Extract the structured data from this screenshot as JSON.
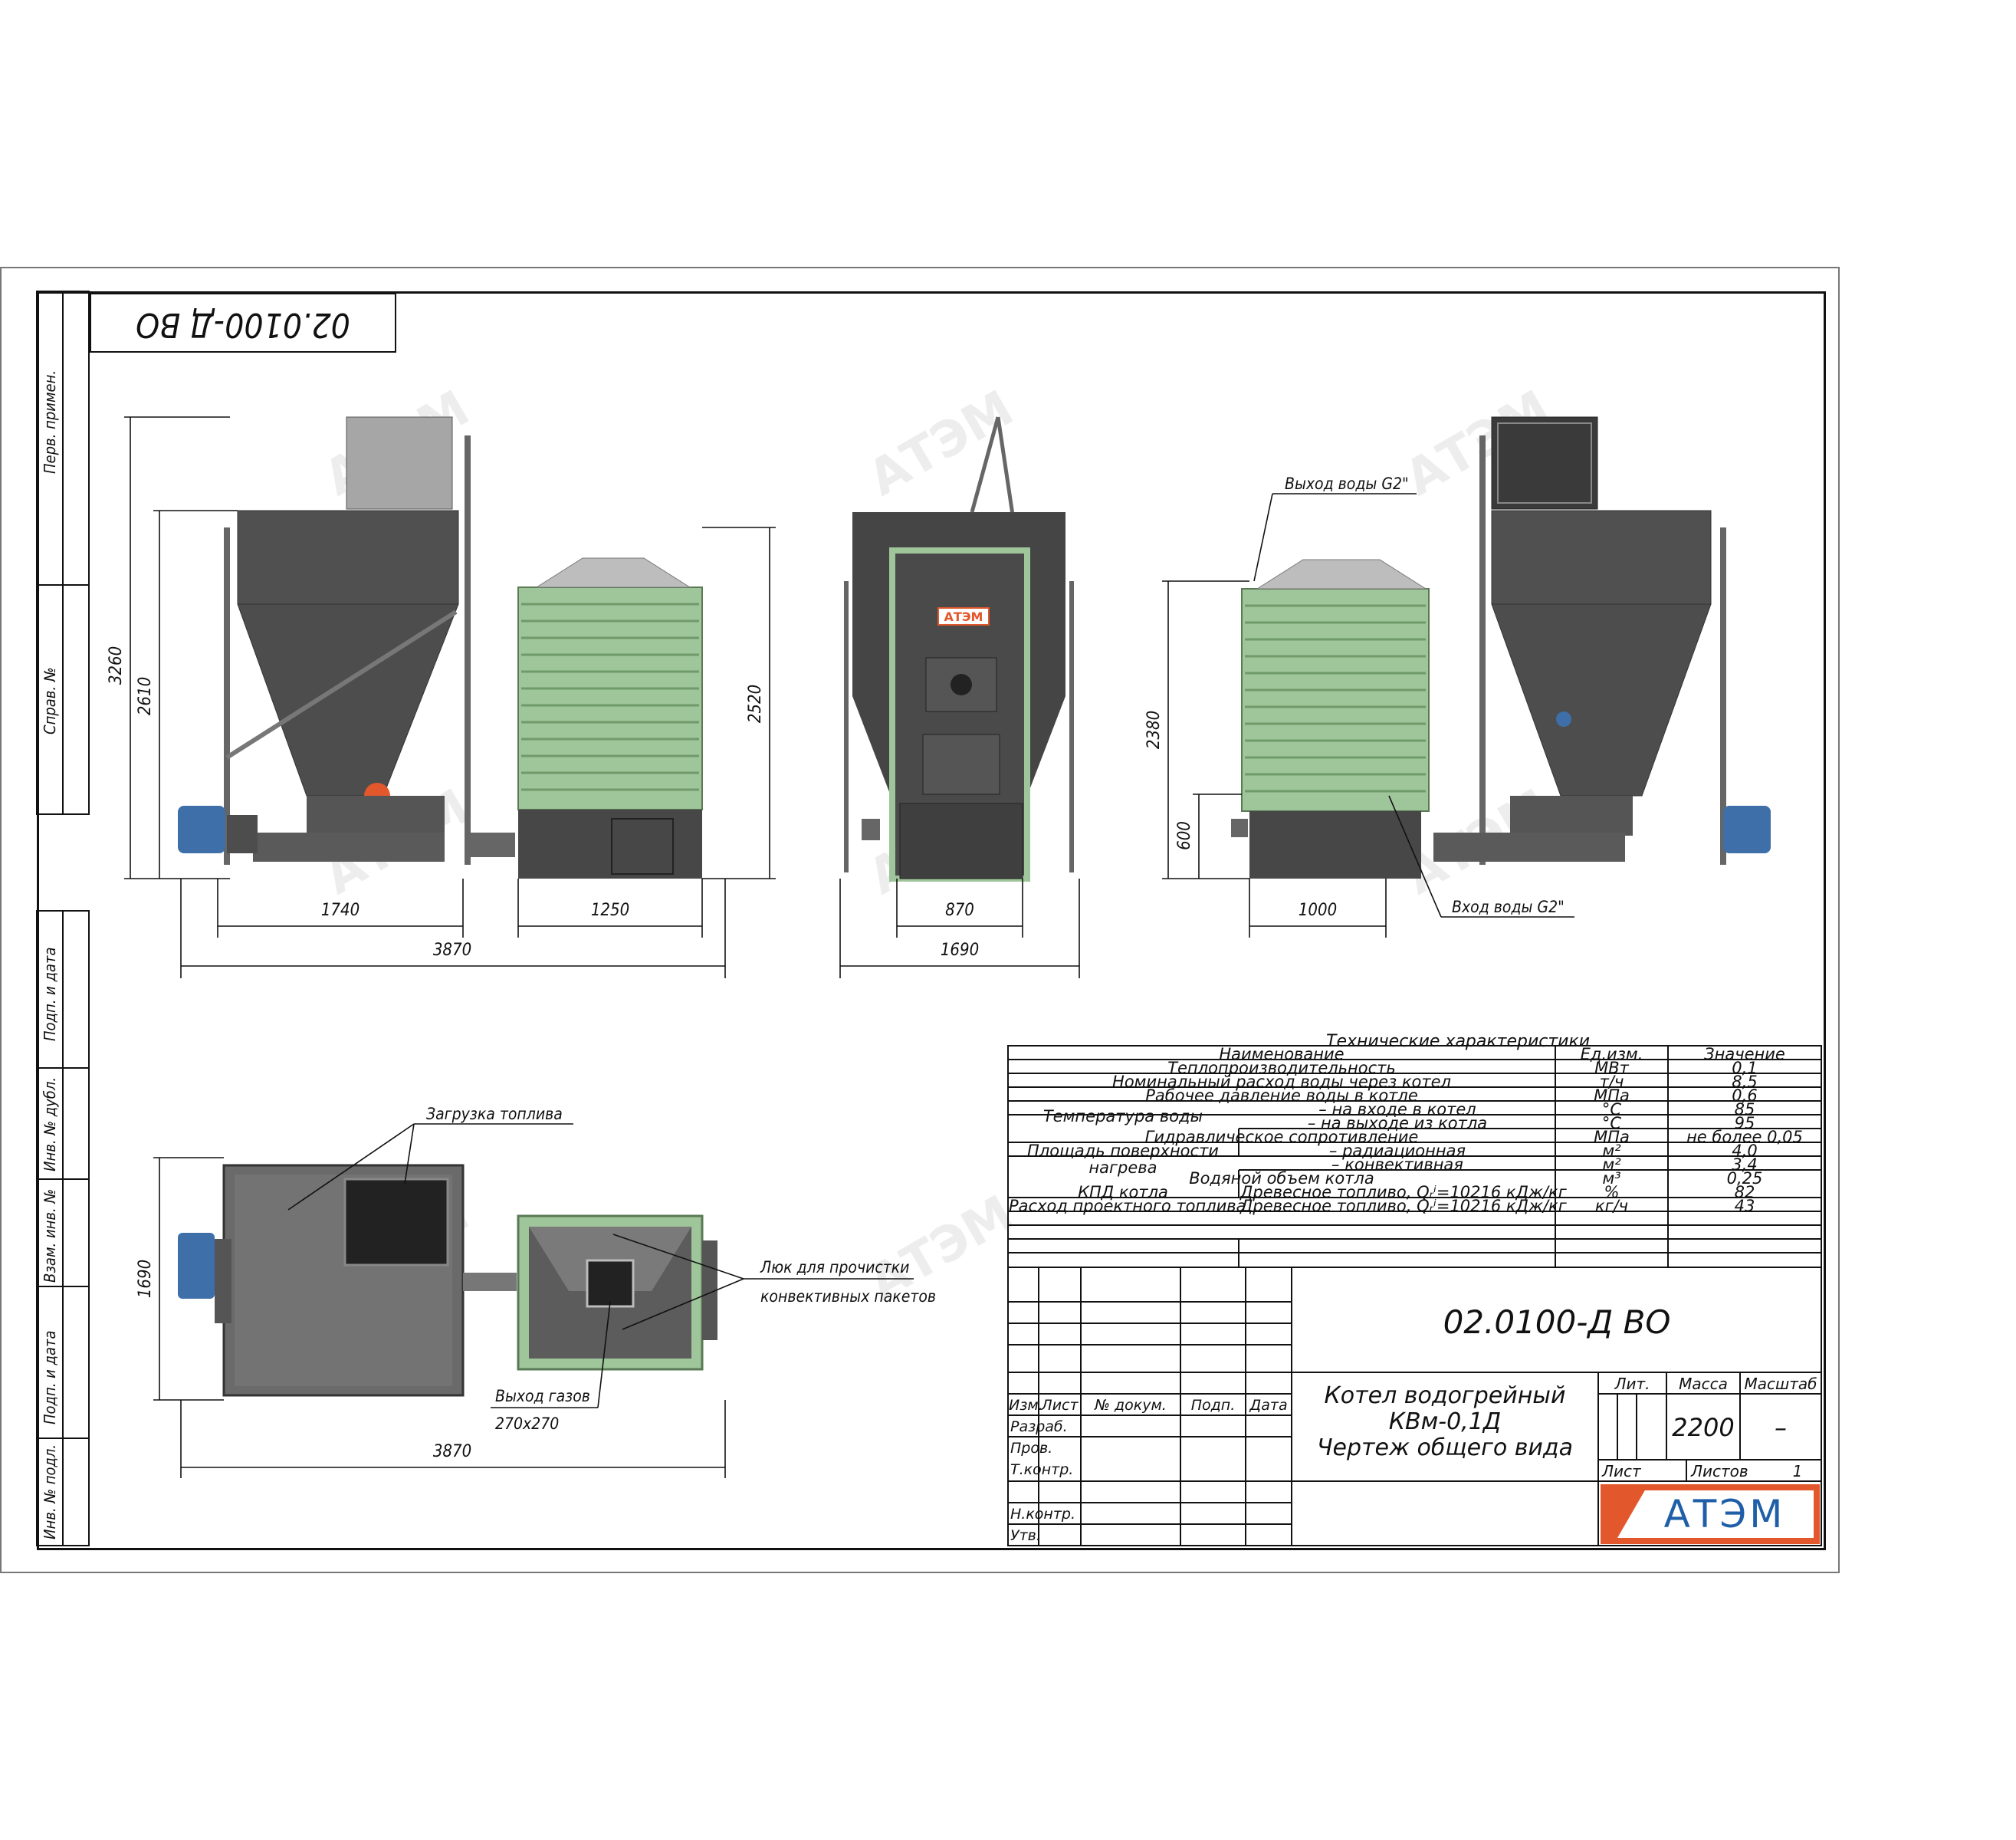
{
  "doc_code_top": "02.0100-Д ВО",
  "side_labels": [
    "Перв. примен.",
    "Справ. №",
    "Подп. и дата",
    "Инв. № дубл.",
    "Взам. инв. №",
    "Подп. и дата",
    "Инв. № подл."
  ],
  "dims": {
    "h3260": "3260",
    "h2610": "2610",
    "h2520": "2520",
    "h2380": "2380",
    "h600": "600",
    "h1690": "1690",
    "w1740": "1740",
    "w1250": "1250",
    "w3870a": "3870",
    "w870": "870",
    "w1690": "1690",
    "w1000": "1000",
    "w3870b": "3870"
  },
  "callouts": {
    "water_out": "Выход воды G2\"",
    "water_in": "Вход воды G2\"",
    "fuel_load": "Загрузка топлива",
    "hatch_line1": "Люк для прочистки",
    "hatch_line2": "конвективных пакетов",
    "gas_out": "Выход газов",
    "gas_size": "270х270"
  },
  "logo_small": "АТЭМ",
  "spec": {
    "title": "Технические характеристики",
    "header": {
      "name": "Наименование",
      "unit": "Ед.изм.",
      "value": "Значение"
    },
    "r1": {
      "name": "Теплопроизводительность",
      "unit": "МВт",
      "value": "0,1"
    },
    "r2": {
      "name": "Номинальный расход воды через котел",
      "unit": "т/ч",
      "value": "8,5"
    },
    "r3": {
      "name": "Рабочее давление воды в котле",
      "unit": "МПа",
      "value": "0,6"
    },
    "r4": {
      "group": "Температура воды",
      "sub1": "– на входе в котел",
      "unit1": "°С",
      "value1": "85",
      "sub2": "– на выходе из котла",
      "unit2": "°С",
      "value2": "95"
    },
    "r5": {
      "name": "Гидравлическое сопротивление",
      "unit": "МПа",
      "value": "не более 0,05"
    },
    "r6": {
      "group1": "Площадь поверхности",
      "group2": "нагрева",
      "sub1": "– радиационная",
      "unit1": "м²",
      "value1": "4,0",
      "sub2": "– конвективная",
      "unit2": "м²",
      "value2": "3,4"
    },
    "r7": {
      "name": "Водяной объем котла",
      "unit": "м³",
      "value": "0,25"
    },
    "r8": {
      "name": "КПД котла",
      "fuel": "Древесное топливо, Qᵣⁱ=10216 кДж/кг",
      "unit": "%",
      "value": "82"
    },
    "r9": {
      "name": "Расход проектного топлива",
      "fuel": "Древесное топливо, Qᵣⁱ=10216 кДж/кг",
      "unit": "кг/ч",
      "value": "43"
    }
  },
  "title_block": {
    "code": "02.0100-Д ВО",
    "product_line1": "Котел водогрейный",
    "product_line2": "КВм-0,1Д",
    "product_line3": "Чертеж общего вида",
    "col_izm": "Изм.",
    "col_list": "Лист",
    "col_doc": "№ докум.",
    "col_podp": "Подп.",
    "col_date": "Дата",
    "row_razrab": "Разраб.",
    "row_prov": "Пров.",
    "row_tkontr": "Т.контр.",
    "row_nkontr": "Н.контр.",
    "row_utv": "Утв.",
    "lit_label": "Лит.",
    "mass_label": "Масса",
    "scale_label": "Масштаб",
    "mass_value": "2200",
    "scale_value": "–",
    "sheet_label": "Лист",
    "sheets_label": "Листов",
    "sheets_value": "1",
    "logo": "АТЭМ"
  },
  "colors": {
    "casing_green": "#9fc59a",
    "body_dark": "#4a4a4a",
    "logo_orange": "#e2572b",
    "logo_blue": "#1f5fa8"
  }
}
